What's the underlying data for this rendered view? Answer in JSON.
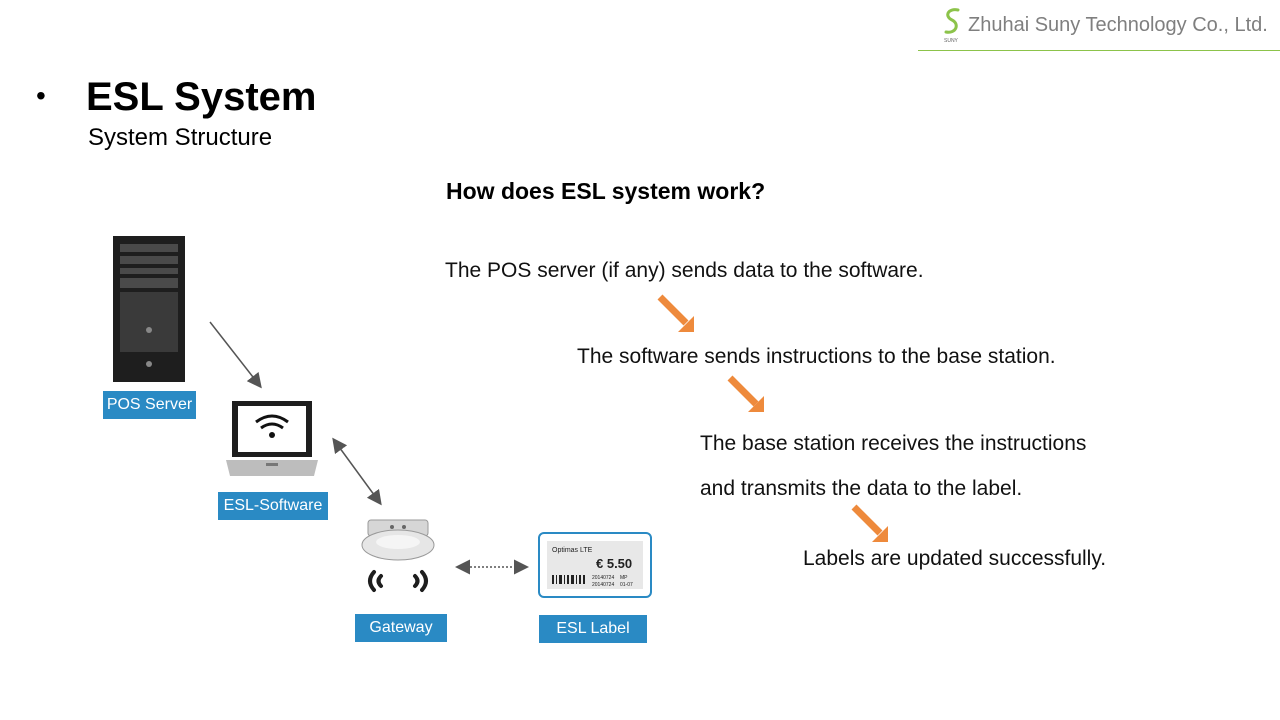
{
  "header": {
    "company": "Zhuhai Suny Technology Co., Ltd.",
    "logo_text": "SUNY",
    "accent_color": "#8cc34a"
  },
  "slide": {
    "bullet": "•",
    "title": "ESL System",
    "subtitle": "System Structure",
    "question": "How does ESL system work?"
  },
  "steps": [
    "The POS server (if any) sends data to the software.",
    "The software sends instructions to the base station.",
    "The base station receives the instructions",
    "and transmits the data to the label.",
    "Labels are updated successfully."
  ],
  "diagram": {
    "labels": {
      "pos_server": "POS Server",
      "esl_software": "ESL-Software",
      "gateway": "Gateway",
      "esl_label": "ESL Label"
    },
    "esl_display": {
      "product": "Optimas LTE",
      "price": "€ 5.50",
      "code1": "20140724",
      "code2": "20140724",
      "tag1": "MP",
      "tag2": "01-07"
    },
    "label_color": "#2a8ac4",
    "arrow_color": "#ee8a3c"
  }
}
